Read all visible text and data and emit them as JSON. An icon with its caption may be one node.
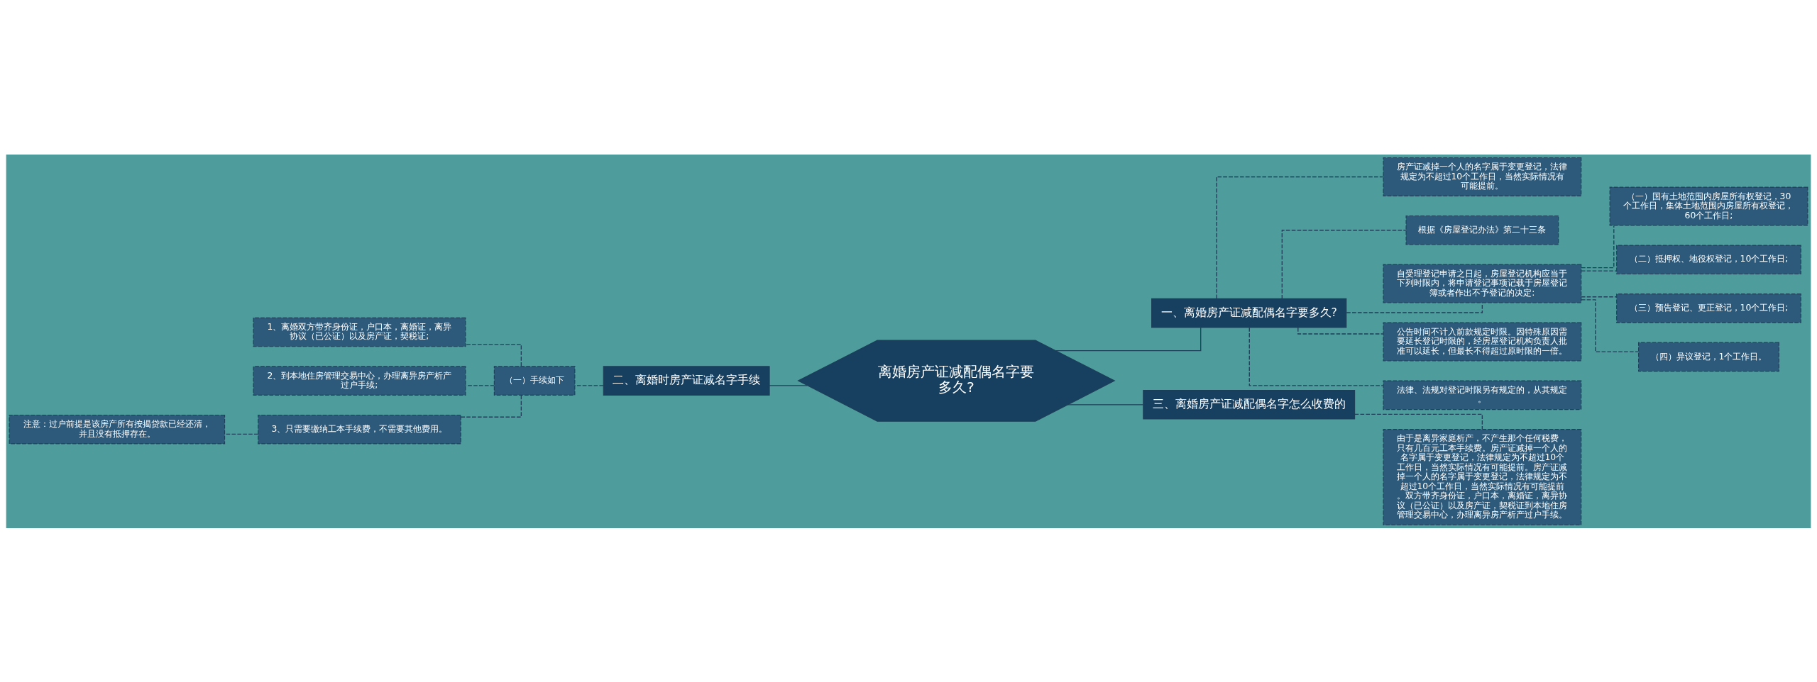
{
  "diagram": {
    "nodes": [
      {
        "text": [
          "离婚房产证减配偶名字要多久?"
        ]
      },
      {
        "text": [
          "一、离婚房产证减配偶名字要多久?"
        ]
      },
      {
        "text": [
          "房产证减掉一个人的名字属于变更登记，法律规定为不超过10个工作日，当然实际情况有可能提前。"
        ]
      },
      {
        "text": [
          "根据《房屋登记办法》第二十三条"
        ]
      },
      {
        "text": [
          "自受理登记申请之日起，房屋登记机构应当于下列时限内，将申请登记事项记载于房屋登记簿或者作出不予登记的决定:"
        ]
      },
      {
        "text": [
          "（一）国有土地范围内房屋所有权登记，30个工作日，集体土地范围内房屋所有权登记，60个工作日;"
        ]
      },
      {
        "text": [
          "（二）抵押权、地役权登记，10个工作日;"
        ]
      },
      {
        "text": [
          "（三）预告登记、更正登记，10个工作日;"
        ]
      },
      {
        "text": [
          "（四）异议登记，1个工作日。"
        ]
      },
      {
        "text": [
          "公告时间不计入前款规定时限。因特殊原因需要延长登记时限的，经房屋登记机构负责人批准可以延长，但最长不得超过原时限的一倍。"
        ]
      },
      {
        "text": [
          "法律、法规对登记时限另有规定的，从其规定。"
        ]
      },
      {
        "text": [
          "三、离婚房产证减配偶名字怎么收费的"
        ]
      },
      {
        "text": [
          "由于是离异家庭析产，不产生那个任何税费，只有几百元工本手续费。房产证减掉一个人的名字属于变更登记，法律规定为不超过10个工作日，当然实际情况有可能提前。房产证减掉一个人的名字属于变更登记，法律规定为不超过10个工作日，当然实际情况有可能提前。双方带齐身份证，户口本，离婚证，离异协议（已公证）以及房产证，契税证到本地住房管理交易中心，办理离异房产析产过户手续。"
        ]
      },
      {
        "text": [
          "二、离婚时房产证减名字手续"
        ]
      },
      {
        "text": [
          "（一）手续如下"
        ]
      },
      {
        "text": [
          "1、离婚双方带齐身份证，户口本，离婚证，离异协议（已公证）以及房产证，契税证;"
        ]
      },
      {
        "text": [
          "2、到本地住房管理交易中心，办理离异房产析产过户手续;"
        ]
      },
      {
        "text": [
          "3、只需要缴纳工本手续费，不需要其他费用。"
        ]
      },
      {
        "text": [
          "注意：过户前提是该房产所有按揭贷款已经还清，并且没有抵押存在。"
        ]
      }
    ],
    "edges": [
      {
        "from": 0,
        "to": 1,
        "arrow": "none"
      },
      {
        "from": 1,
        "to": 2,
        "arrow": "none",
        "style": "dashed"
      },
      {
        "from": 1,
        "to": 3,
        "arrow": "none",
        "style": "dashed"
      },
      {
        "from": 1,
        "to": 4,
        "arrow": "none",
        "style": "dashed"
      },
      {
        "from": 4,
        "to": 5,
        "arrow": "none",
        "style": "dashed"
      },
      {
        "from": 4,
        "to": 6,
        "arrow": "none",
        "style": "dashed"
      },
      {
        "from": 4,
        "to": 7,
        "arrow": "none",
        "style": "dashed"
      },
      {
        "from": 4,
        "to": 8,
        "arrow": "none",
        "style": "dashed"
      },
      {
        "from": 1,
        "to": 9,
        "arrow": "none",
        "style": "dashed"
      },
      {
        "from": 1,
        "to": 10,
        "arrow": "none",
        "style": "dashed"
      },
      {
        "from": 0,
        "to": 11,
        "arrow": "none"
      },
      {
        "from": 11,
        "to": 12,
        "arrow": "none",
        "style": "dashed"
      },
      {
        "from": 0,
        "to": 13,
        "arrow": "none"
      },
      {
        "from": 13,
        "to": 14,
        "arrow": "none",
        "style": "dashed"
      },
      {
        "from": 14,
        "to": 15,
        "arrow": "none",
        "style": "dashed"
      },
      {
        "from": 14,
        "to": 16,
        "arrow": "none",
        "style": "dashed"
      },
      {
        "from": 14,
        "to": 17,
        "arrow": "none",
        "style": "dashed"
      },
      {
        "from": 17,
        "to": 18,
        "arrow": "none",
        "style": "dashed"
      }
    ]
  }
}
